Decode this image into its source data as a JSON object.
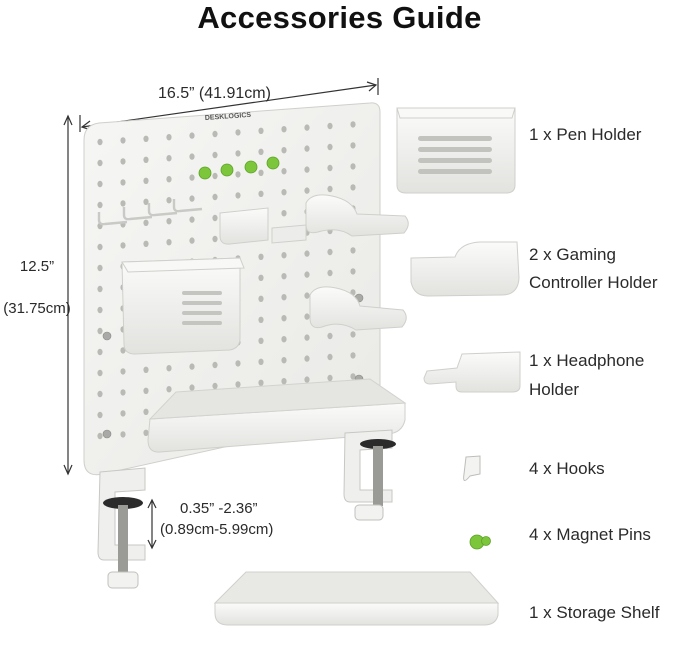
{
  "title": "Accessories Guide",
  "brand": "DESKLOGICS",
  "dimensions": {
    "width": "16.5” (41.91cm)",
    "height_in": "12.5”",
    "height_cm": "(31.75cm)",
    "clamp_in": "0.35” -2.36”",
    "clamp_cm": "(0.89cm-5.99cm)"
  },
  "accessories": [
    {
      "line1": "1 x Pen Holder",
      "line2": ""
    },
    {
      "line1": "2 x Gaming",
      "line2": "Controller Holder"
    },
    {
      "line1": "1 x Headphone",
      "line2": "Holder"
    },
    {
      "line1": "4 x Hooks",
      "line2": ""
    },
    {
      "line1": "4 x Magnet Pins",
      "line2": ""
    },
    {
      "line1": "1 x Storage Shelf",
      "line2": ""
    }
  ],
  "colors": {
    "accent_green": "#7bc63a",
    "board": "#f1f1ef"
  }
}
